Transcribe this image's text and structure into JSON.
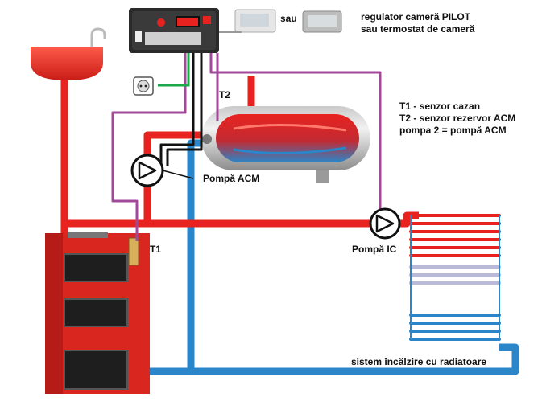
{
  "controller_option_or": "sau",
  "room_regulator": [
    "regulator cameră PILOT",
    "sau termostat de cameră"
  ],
  "sensor_labels": {
    "t1": "T1",
    "t2": "T2"
  },
  "legend": [
    "T1 - senzor cazan",
    "T2 - senzor rezervor ACM",
    "pompa 2 = pompă ACM"
  ],
  "pump_acm_label": "Pompă ACM",
  "pump_ic_label": "Pompă IC",
  "heating_system_label": "sistem încălzire cu radiatoare",
  "colors": {
    "hot_pipe": "#e8231f",
    "cold_pipe": "#2a86c8",
    "signal_wire": "#a24a9a",
    "power_wire": "#1aa84a",
    "boiler_body": "#d9261f",
    "controller_body": "#2a2a2a"
  }
}
